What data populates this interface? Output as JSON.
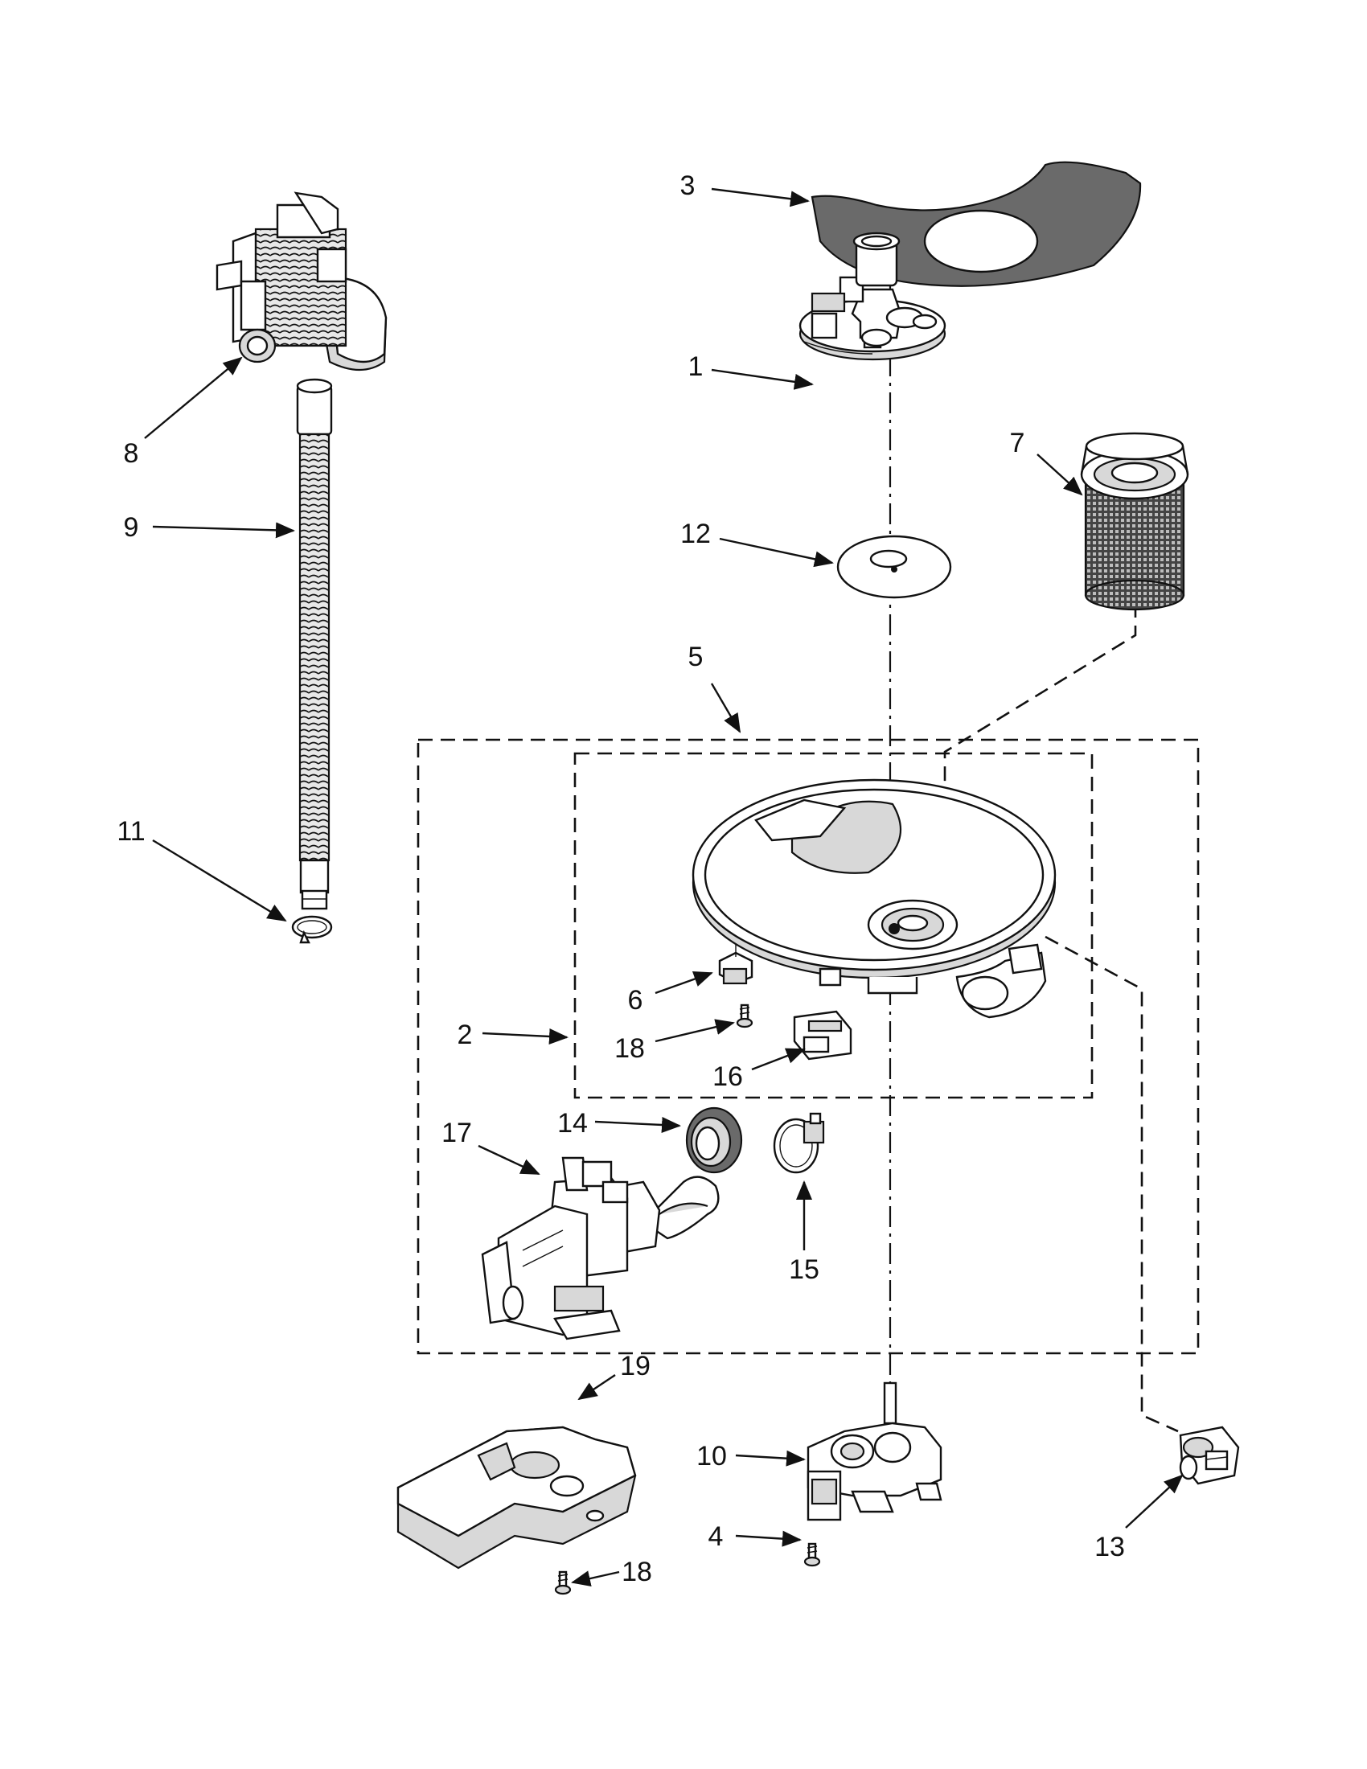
{
  "callouts": {
    "c1": "1",
    "c2": "2",
    "c3": "3",
    "c4": "4",
    "c5": "5",
    "c6": "6",
    "c7": "7",
    "c8": "8",
    "c9": "9",
    "c10": "10",
    "c11": "11",
    "c12": "12",
    "c13": "13",
    "c14": "14",
    "c15": "15",
    "c16": "16",
    "c17": "17",
    "c18a": "18",
    "c18b": "18",
    "c19": "19"
  }
}
